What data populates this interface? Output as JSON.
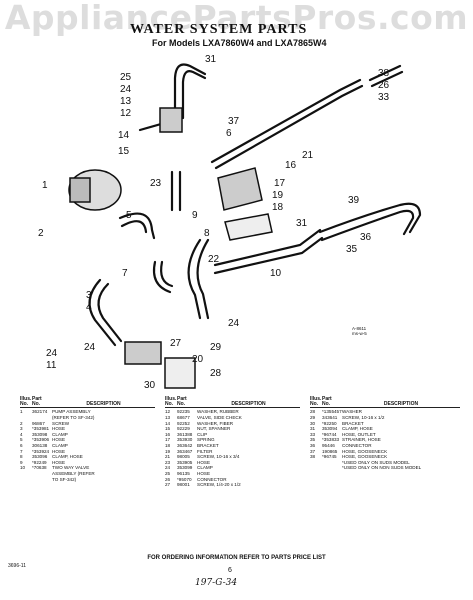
{
  "watermark": "AppliancePartsPros.com",
  "title": "WATER SYSTEM PARTS",
  "subtitle": "For Models LXA7860W4 and LXA7865W4",
  "callouts": [
    "31",
    "25",
    "24",
    "13",
    "12",
    "14",
    "15",
    "38",
    "26",
    "33",
    "37",
    "6",
    "16",
    "21",
    "17",
    "19",
    "18",
    "23",
    "1",
    "2",
    "3",
    "4",
    "5",
    "7",
    "8",
    "22",
    "9",
    "39",
    "36",
    "35",
    "10",
    "24",
    "24",
    "11",
    "20",
    "28",
    "27",
    "29",
    "30",
    "24",
    "31"
  ],
  "ref_note": [
    "A-8611",
    "ms-w-5"
  ],
  "table_headers": {
    "no": "No.",
    "part": "Part",
    "desc": "DESCRIPTION",
    "illus": "Illus.",
    "partno": "No."
  },
  "columns": [
    [
      {
        "n": "1",
        "p": "362174",
        "d": "PUMP ASSEMBLY"
      },
      {
        "n": "",
        "p": "",
        "d": "(REFER TO SF-342)"
      },
      {
        "n": "2",
        "p": "96867",
        "d": "SCREW"
      },
      {
        "n": "3",
        "p": "*353981",
        "d": "HOSE"
      },
      {
        "n": "4",
        "p": "353098",
        "d": "CLAMP"
      },
      {
        "n": "5",
        "p": "*353906",
        "d": "HOSE"
      },
      {
        "n": "6",
        "p": "306138",
        "d": "CLAMP"
      },
      {
        "n": "7",
        "p": "*353924",
        "d": "HOSE"
      },
      {
        "n": "8",
        "p": "353096",
        "d": "CLAMP, HOSE"
      },
      {
        "n": "9",
        "p": "*92249",
        "d": "HOSE"
      },
      {
        "n": "10",
        "p": "*70638",
        "d": "TWO WAY VALVE"
      },
      {
        "n": "",
        "p": "",
        "d": "ASSEMBLY (REFER"
      },
      {
        "n": "",
        "p": "",
        "d": "TO SF-342)"
      }
    ],
    [
      {
        "n": "12",
        "p": "92235",
        "d": "WASHER, RUBBER"
      },
      {
        "n": "13",
        "p": "68677",
        "d": "VALVE, SIDE CHECK"
      },
      {
        "n": "14",
        "p": "92252",
        "d": "WASHER, FIBER"
      },
      {
        "n": "15",
        "p": "92229",
        "d": "NUT, SPANNER"
      },
      {
        "n": "16",
        "p": "361388",
        "d": "CLIP"
      },
      {
        "n": "17",
        "p": "353930",
        "d": "SPRING"
      },
      {
        "n": "18",
        "p": "363642",
        "d": "BRACKET"
      },
      {
        "n": "19",
        "p": "363467",
        "d": "FILTER"
      },
      {
        "n": "21",
        "p": "98005",
        "d": "SCREW, 10-16 x 3/4"
      },
      {
        "n": "23",
        "p": "353905",
        "d": "HOSE"
      },
      {
        "n": "24",
        "p": "353099",
        "d": "CLAMP"
      },
      {
        "n": "25",
        "p": "96135",
        "d": "HOSE"
      },
      {
        "n": "26",
        "p": "*95070",
        "d": "CONNECTOR"
      },
      {
        "n": "27",
        "p": "98001",
        "d": "SCREW, 1/4-20 x 1/2"
      }
    ],
    [
      {
        "n": "28",
        "p": "*1355457",
        "d": "WASHER"
      },
      {
        "n": "29",
        "p": "343641",
        "d": "SCREW, 10-16 x 1/2"
      },
      {
        "n": "30",
        "p": "*92250",
        "d": "BRACKET"
      },
      {
        "n": "31",
        "p": "353094",
        "d": "CLAMP, HOSE"
      },
      {
        "n": "33",
        "p": "*96744",
        "d": "HOSE, OUTLET"
      },
      {
        "n": "35",
        "p": "*353833",
        "d": "STRAINER, HOSE"
      },
      {
        "n": "36",
        "p": "95446",
        "d": "CONNECTOR"
      },
      {
        "n": "37",
        "p": "190865",
        "d": "HOSE, GOOSENECK"
      },
      {
        "n": "38",
        "p": "*96745",
        "d": "HOSE, GOOSENECK"
      },
      {
        "n": "",
        "p": "",
        "d": "*USED ONLY ON SUDS MODEL"
      },
      {
        "n": "",
        "p": "",
        "d": "*USED ONLY ON NON SUDS MODEL"
      }
    ]
  ],
  "footer": "FOR ORDERING INFORMATION REFER TO PARTS PRICE LIST",
  "page_number": "6",
  "handwritten": "197-G-34",
  "code": "3696-11"
}
